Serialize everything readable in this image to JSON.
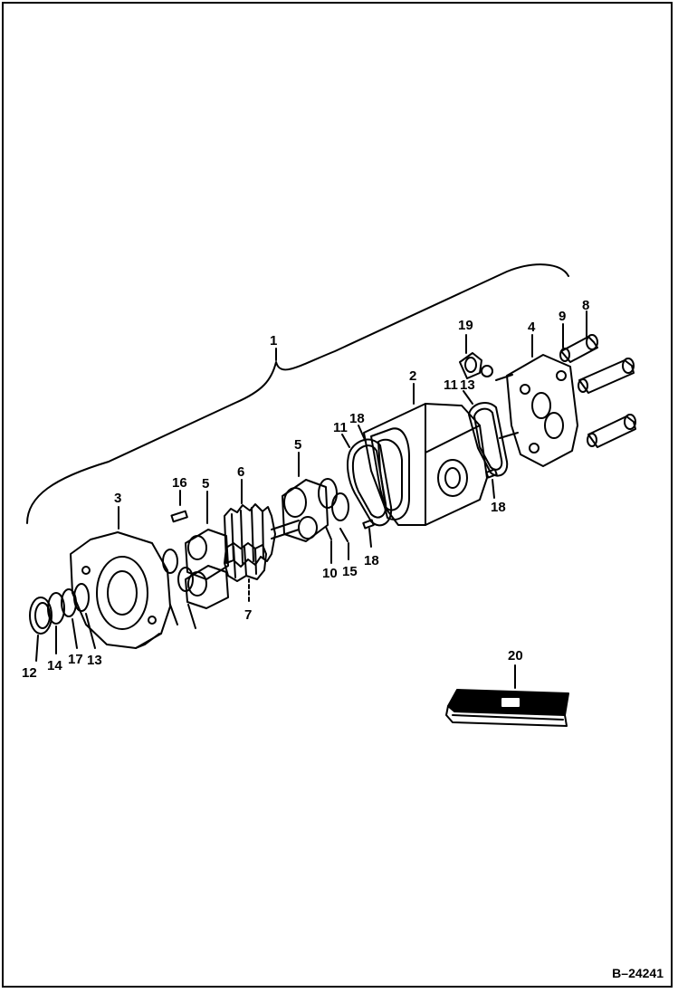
{
  "figure": {
    "reference_code": "B–24241"
  },
  "callouts": {
    "c1": "1",
    "c2": "2",
    "c3": "3",
    "c4": "4",
    "c5a": "5",
    "c5b": "5",
    "c6": "6",
    "c7": "7",
    "c8": "8",
    "c9": "9",
    "c10": "10",
    "c11a": "11",
    "c11b": "11",
    "c12": "12",
    "c13a": "13",
    "c13b": "13",
    "c14": "14",
    "c15a": "15",
    "c16": "16",
    "c17": "17",
    "c18a": "18",
    "c18b": "18",
    "c18c": "18",
    "c19": "19",
    "c20": "20"
  },
  "colors": {
    "line": "#000000",
    "background": "#ffffff"
  }
}
